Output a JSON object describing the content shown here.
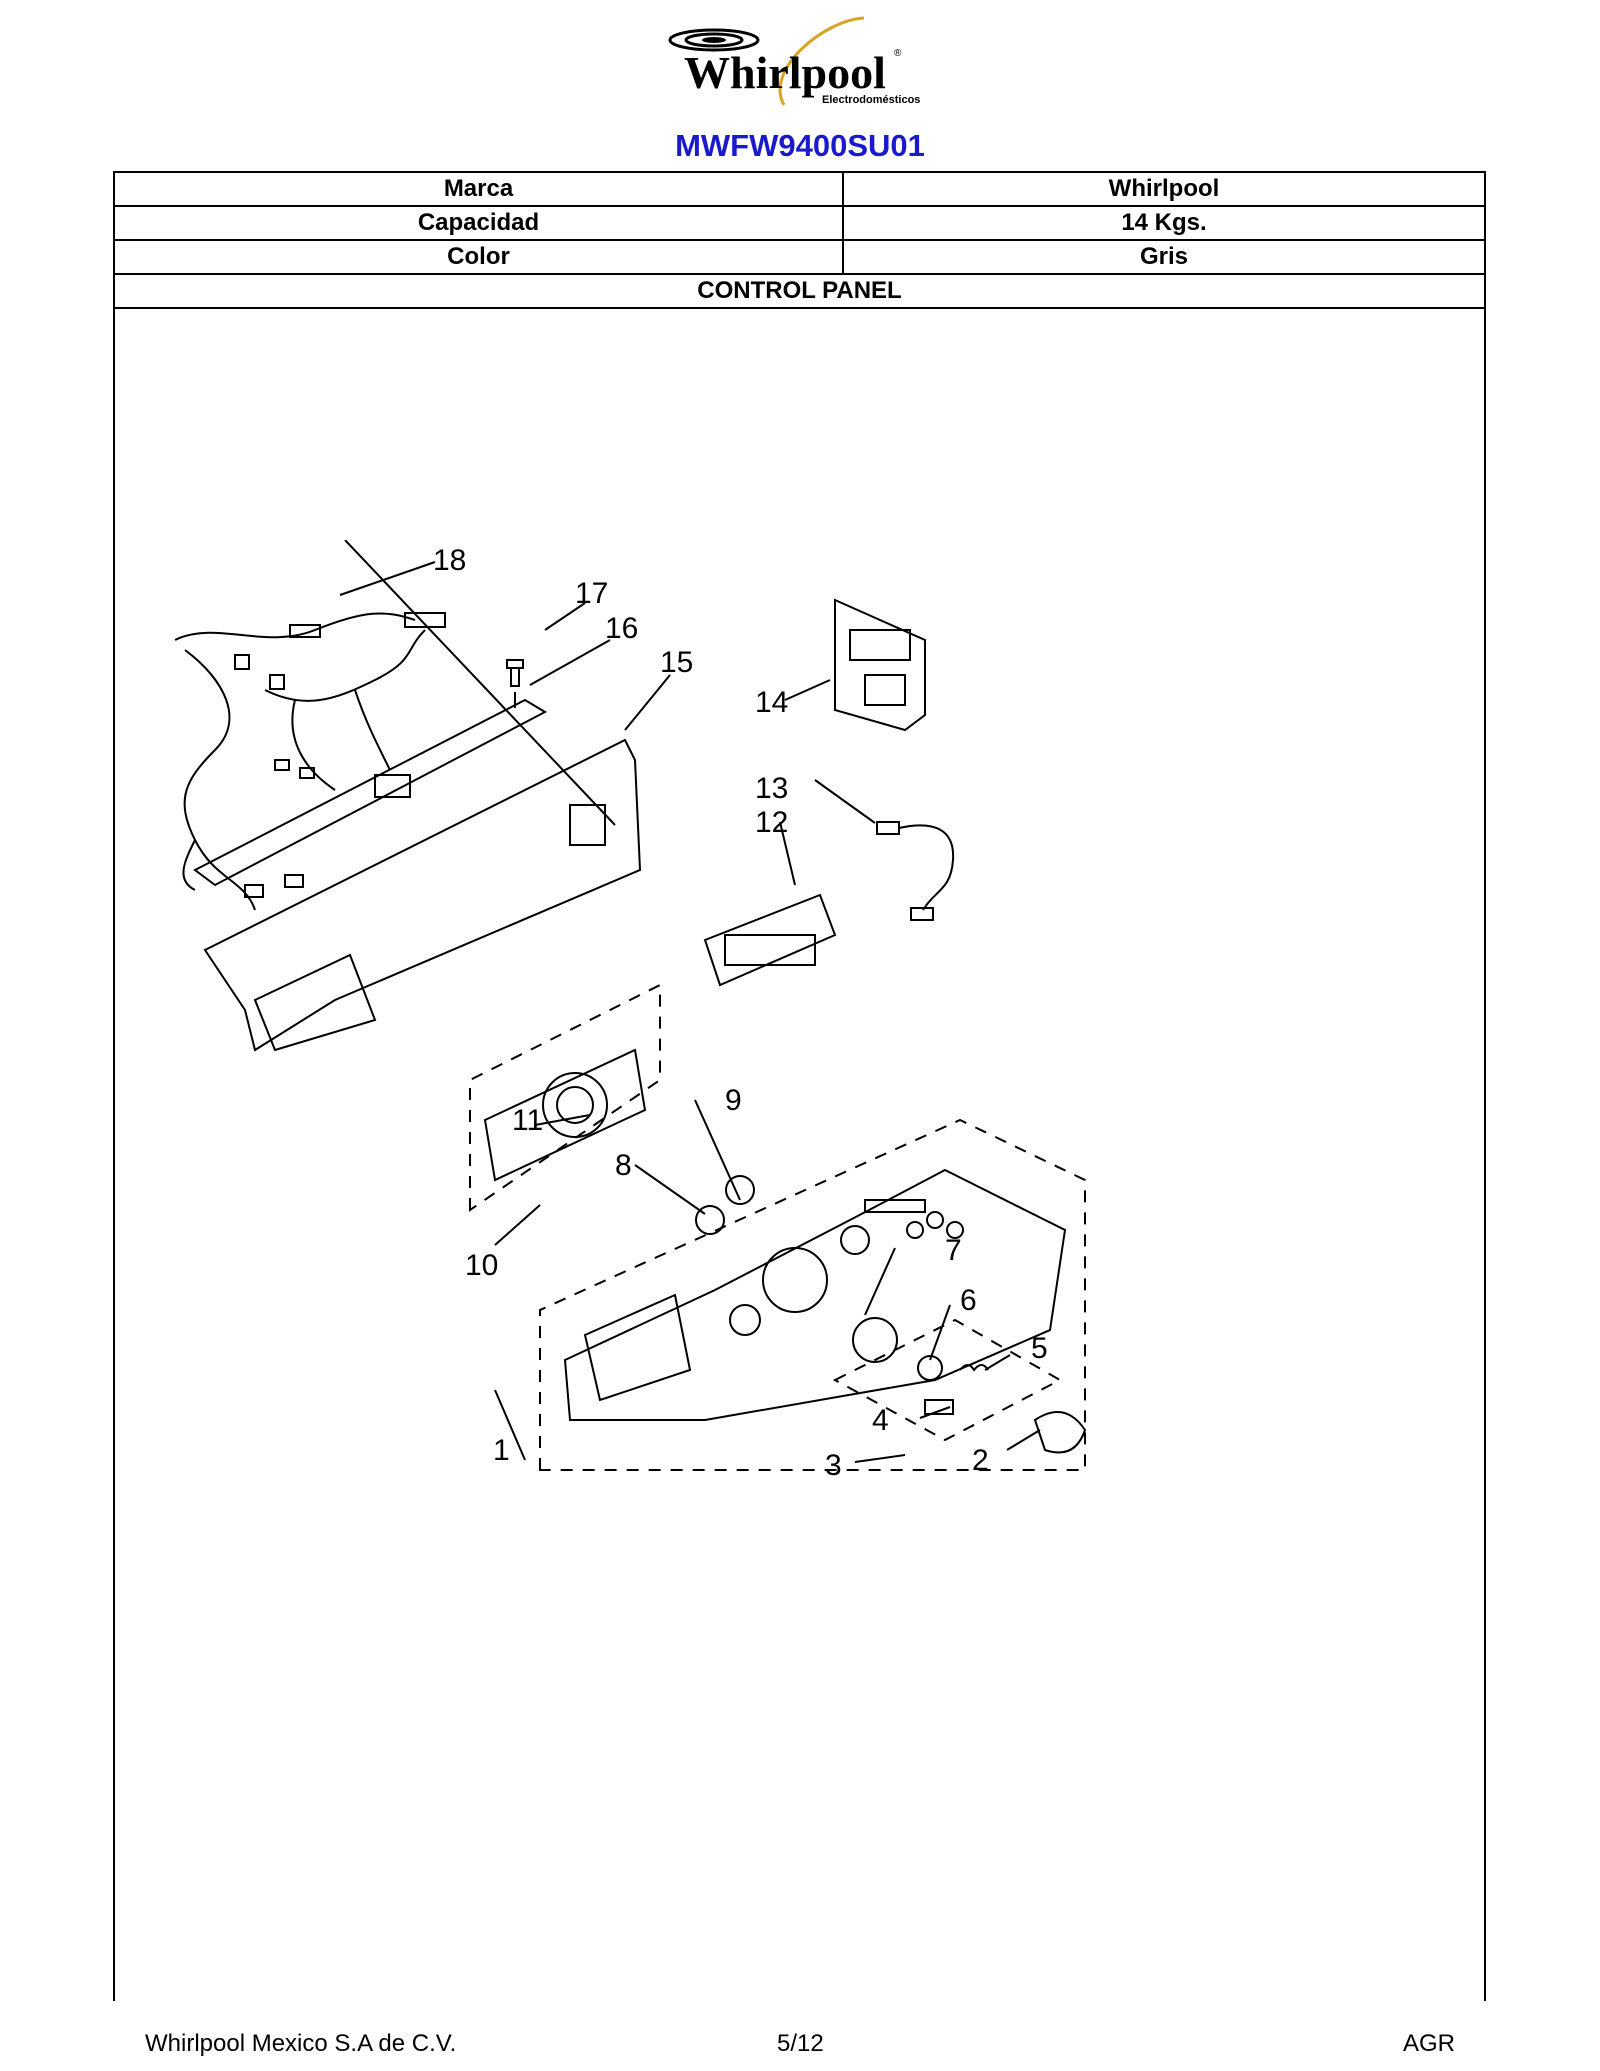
{
  "brand_logo": {
    "text": "Whirlpool",
    "sub": "Electrodomésticos",
    "mark": "®"
  },
  "model": "MWFW9400SU01",
  "specs": [
    {
      "label": "Marca",
      "value": "Whirlpool"
    },
    {
      "label": "Capacidad",
      "value": "14 Kgs."
    },
    {
      "label": "Color",
      "value": "Gris"
    }
  ],
  "section_title": "CONTROL PANEL",
  "diagram_callouts": [
    "1",
    "2",
    "3",
    "4",
    "5",
    "6",
    "7",
    "8",
    "9",
    "10",
    "11",
    "12",
    "13",
    "14",
    "15",
    "16",
    "17",
    "18"
  ],
  "footer": {
    "company": "Whirlpool Mexico S.A de C.V.",
    "page": "5/12",
    "code": "AGR"
  }
}
